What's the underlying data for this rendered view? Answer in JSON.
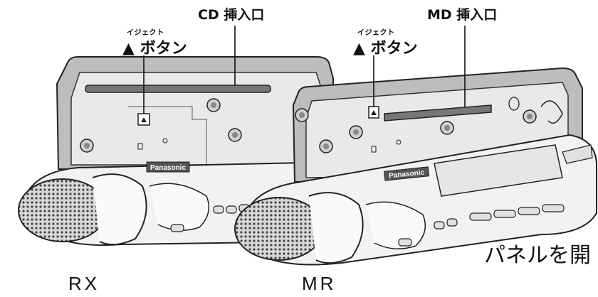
{
  "labels": {
    "rx_slot": "CD 挿入口",
    "mr_slot": "MD 挿入口",
    "eject_ruby": "イジェクト",
    "eject_button": "ボタン",
    "eject_symbol": "▲",
    "brand": "Panasonic"
  },
  "units": {
    "left": "RX",
    "right": "MR"
  },
  "note": "パネルを開"
}
